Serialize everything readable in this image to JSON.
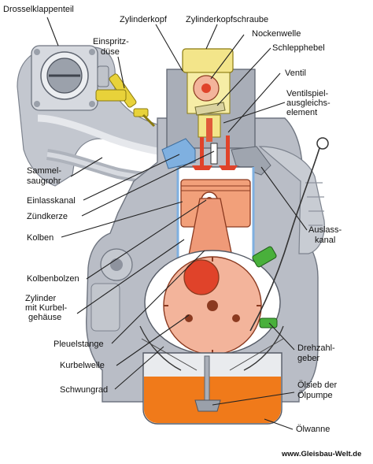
{
  "labels": {
    "drosselklappenteil": "Drosselklappenteil",
    "zylinderkopf": "Zylinderkopf",
    "zylinderkopfschraube": "Zylinderkopfschraube",
    "nockenwelle": "Nockenwelle",
    "schlepphebel": "Schlepphebel",
    "einspritzduese_1": "Einspritz-",
    "einspritzduese_2": "düse",
    "ventil": "Ventil",
    "ventilspiel_1": "Ventilspiel-",
    "ventilspiel_2": "ausgleichs-",
    "ventilspiel_3": "element",
    "sammelsaugrohr_1": "Sammel-",
    "sammelsaugrohr_2": "saugrohr",
    "einlasskanal": "Einlasskanal",
    "zuendkerze": "Zündkerze",
    "kolben": "Kolben",
    "auslasskanal_1": "Auslass-",
    "auslasskanal_2": "kanal",
    "kolbenbolzen": "Kolbenbolzen",
    "zylinder_1": "Zylinder",
    "zylinder_2": "mit Kurbel-",
    "zylinder_3": "gehäuse",
    "pleuelstange": "Pleuelstange",
    "drehzahlgeber_1": "Drehzahl-",
    "drehzahlgeber_2": "geber",
    "kurbelwelle": "Kurbelwelle",
    "oelsieb_1": "Ölsieb der",
    "oelsieb_2": "Ölpumpe",
    "schwungrad": "Schwungrad",
    "oelwanne": "Ölwanne"
  },
  "credit": "www.Gleisbau-Welt.de",
  "colors": {
    "block": "#b9bdc6",
    "block_dark": "#8e939e",
    "cylinder_inner": "#ffffff",
    "piston": "#f2a07a",
    "conrod": "#ef9a78",
    "crank_disk": "#f3b49b",
    "oil": "#f07a1a",
    "head_yellow": "#f3e58a",
    "injector_yellow": "#e8d23a",
    "sensor_green": "#49b03b",
    "pin_red": "#e0432a",
    "port_blue": "#7fb0e0"
  }
}
